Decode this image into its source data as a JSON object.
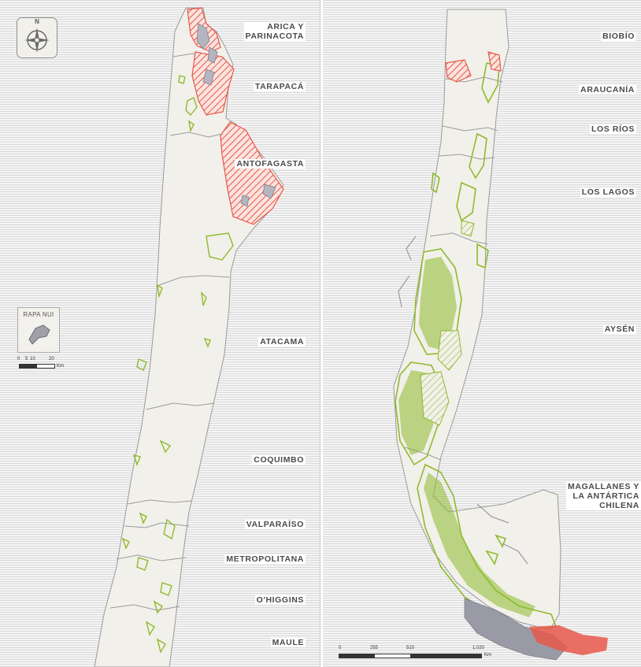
{
  "regions_left": [
    {
      "lines": [
        "ARICA Y",
        "PARINACOTA"
      ]
    },
    {
      "lines": [
        "TARAPACÁ"
      ]
    },
    {
      "lines": [
        "ANTOFAGASTA"
      ]
    },
    {
      "lines": [
        "ATACAMA"
      ]
    },
    {
      "lines": [
        "COQUIMBO"
      ]
    },
    {
      "lines": [
        "VALPARAÍSO"
      ]
    },
    {
      "lines": [
        "METROPOLITANA"
      ]
    },
    {
      "lines": [
        "O'HIGGINS"
      ]
    },
    {
      "lines": [
        "MAULE"
      ]
    }
  ],
  "regions_right": [
    {
      "lines": [
        "BIOBÍO"
      ]
    },
    {
      "lines": [
        "ARAUCANÍA"
      ]
    },
    {
      "lines": [
        "LOS RÍOS"
      ]
    },
    {
      "lines": [
        "LOS LAGOS"
      ]
    },
    {
      "lines": [
        "AYSÉN"
      ]
    },
    {
      "lines": [
        "MAGALLANES Y",
        "LA ANTÁRTICA",
        "CHILENA"
      ]
    }
  ],
  "compass": {
    "north_label": "N",
    "icon": "compass-rose-icon"
  },
  "inset": {
    "title": "RAPA NUI",
    "scale_ticks": [
      "0",
      "5",
      "10",
      "20"
    ],
    "scale_unit": "Km"
  },
  "scale_bar": {
    "ticks": [
      "0",
      "255",
      "510",
      "1.020"
    ],
    "unit": "Km"
  },
  "colors": {
    "land": "#f2f0ea",
    "border": "#9a9a9a",
    "protected_green": "#8dbb2c",
    "hatched_red": "#e8574a",
    "gray_area": "#9a9aa6",
    "background_stripe": "#d9d9d9"
  }
}
